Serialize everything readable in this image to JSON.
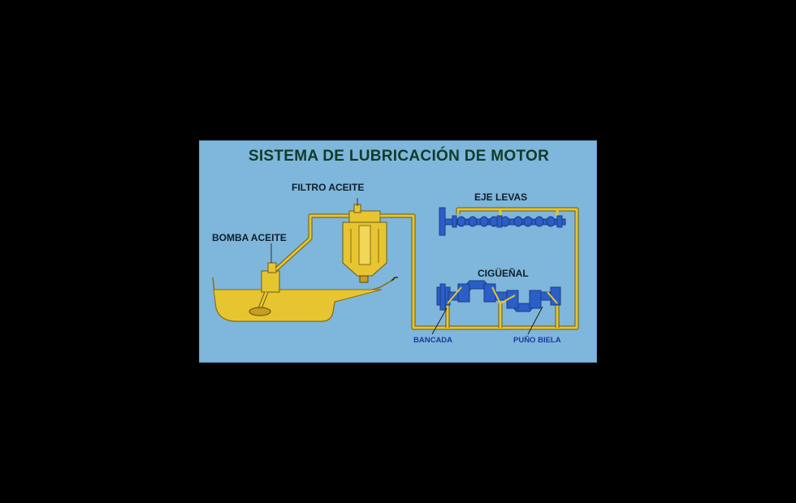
{
  "title": "SISTEMA DE LUBRICACIÓN DE MOTOR",
  "labels": {
    "filtro": "FILTRO ACEITE",
    "bomba": "BOMBA ACEITE",
    "eje_levas": "EJE LEVAS",
    "ciguenal": "CIGÜEÑAL",
    "bancada": "BANCADA",
    "puno_biela": "PUÑO BIELA"
  },
  "colors": {
    "background": "#000000",
    "panel": "#7fb6db",
    "oil": "#e6c531",
    "oil_outline": "#8a6d10",
    "shaft": "#2b5ec7",
    "title_text": "#103c2a",
    "label_text": "#0f1f2a",
    "part_label_text": "#1a3aa0"
  }
}
